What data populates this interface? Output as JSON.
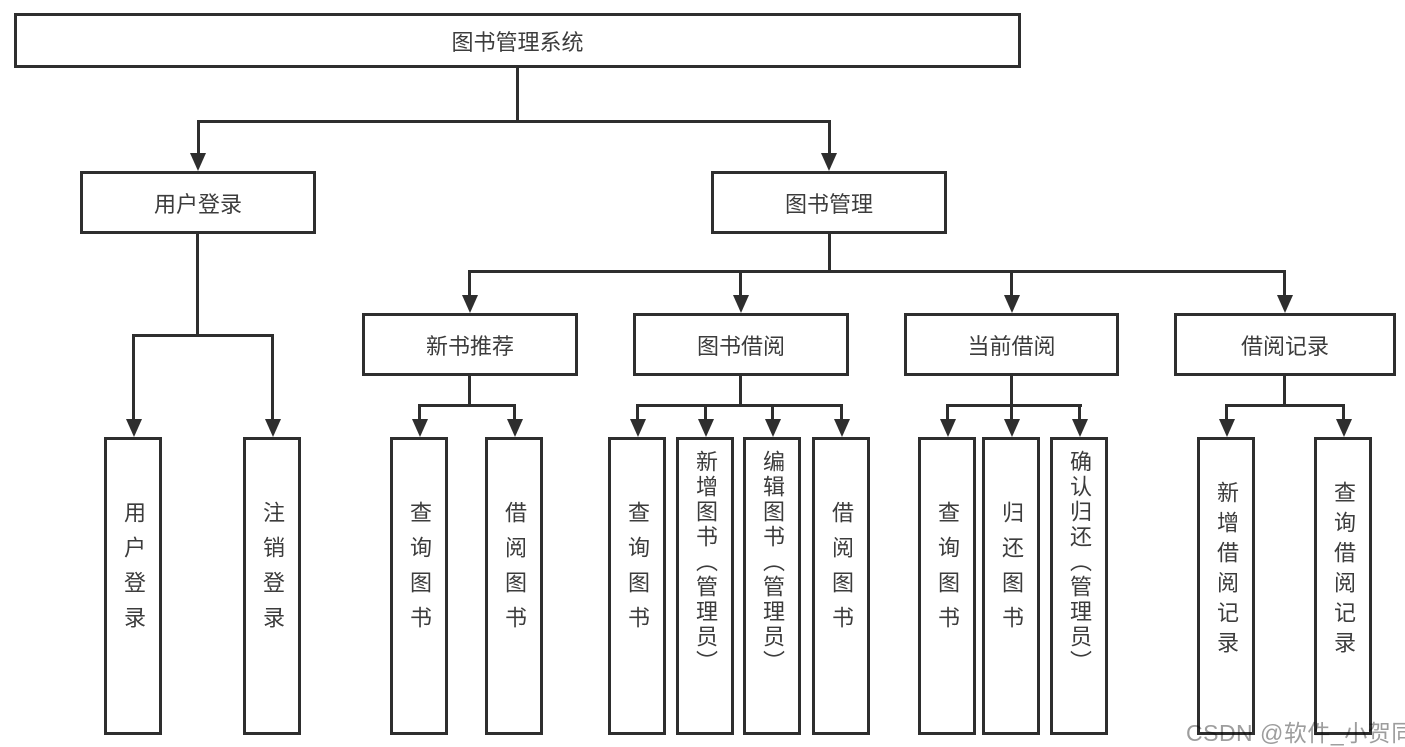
{
  "diagram": {
    "root": {
      "label": "图书管理系统"
    },
    "level2": [
      {
        "label": "用户登录"
      },
      {
        "label": "图书管理"
      }
    ],
    "level3": [
      {
        "label": "新书推荐",
        "parent": "图书管理"
      },
      {
        "label": "图书借阅",
        "parent": "图书管理"
      },
      {
        "label": "当前借阅",
        "parent": "图书管理"
      },
      {
        "label": "借阅记录",
        "parent": "图书管理"
      }
    ],
    "leaves": [
      {
        "label": "用户登录",
        "parent": "用户登录"
      },
      {
        "label": "注销登录",
        "parent": "用户登录"
      },
      {
        "label": "查询图书",
        "parent": "新书推荐"
      },
      {
        "label": "借阅图书",
        "parent": "新书推荐"
      },
      {
        "label": "查询图书",
        "parent": "图书借阅"
      },
      {
        "label": "新增图书（管理员）",
        "parent": "图书借阅"
      },
      {
        "label": "编辑图书（管理员）",
        "parent": "图书借阅"
      },
      {
        "label": "借阅图书",
        "parent": "图书借阅"
      },
      {
        "label": "查询图书",
        "parent": "当前借阅"
      },
      {
        "label": "归还图书",
        "parent": "当前借阅"
      },
      {
        "label": "确认归还（管理员）",
        "parent": "当前借阅"
      },
      {
        "label": "新增借阅记录",
        "parent": "借阅记录"
      },
      {
        "label": "查询借阅记录",
        "parent": "借阅记录"
      }
    ],
    "watermark": "CSDN @软件_小贺同学",
    "colors": {
      "line": "#2e2e2e",
      "text": "#3c3c3c",
      "watermark": "#9d9d9d",
      "background": "#ffffff"
    }
  }
}
